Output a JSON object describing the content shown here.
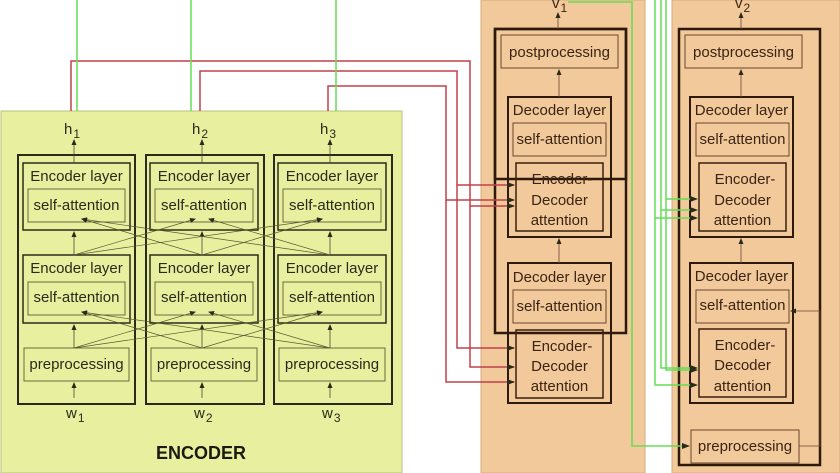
{
  "colors": {
    "encoder_bg": "#e8f0a0",
    "decoder_bg": "#f2c99a",
    "cross_link": "#c0404a",
    "feedback_link": "#66dd55",
    "box_stroke_encoder": "#3b3b20",
    "box_stroke_decoder": "#3a2010"
  },
  "encoder": {
    "title": "ENCODER",
    "columns": [
      {
        "output": "h",
        "output_sub": "1",
        "input": "w",
        "input_sub": "1",
        "layers": [
          "Encoder layer",
          "Encoder layer"
        ],
        "attention": "self-attention",
        "pre": "preprocessing"
      },
      {
        "output": "h",
        "output_sub": "2",
        "input": "w",
        "input_sub": "2",
        "layers": [
          "Encoder layer",
          "Encoder layer"
        ],
        "attention": "self-attention",
        "pre": "preprocessing"
      },
      {
        "output": "h",
        "output_sub": "3",
        "input": "w",
        "input_sub": "3",
        "layers": [
          "Encoder layer",
          "Encoder layer"
        ],
        "attention": "self-attention",
        "pre": "preprocessing"
      }
    ]
  },
  "decoders": [
    {
      "output": "v",
      "output_sub": "1",
      "post": "postprocessing",
      "layer": "Decoder layer",
      "self_attention": "self-attention",
      "ed_attention": [
        "Encoder-",
        "Decoder",
        "attention"
      ],
      "pre": null
    },
    {
      "output": "v",
      "output_sub": "2",
      "post": "postprocessing",
      "layer": "Decoder layer",
      "self_attention": "self-attention",
      "ed_attention": [
        "Encoder-",
        "Decoder",
        "attention"
      ],
      "pre": "preprocessing"
    }
  ]
}
